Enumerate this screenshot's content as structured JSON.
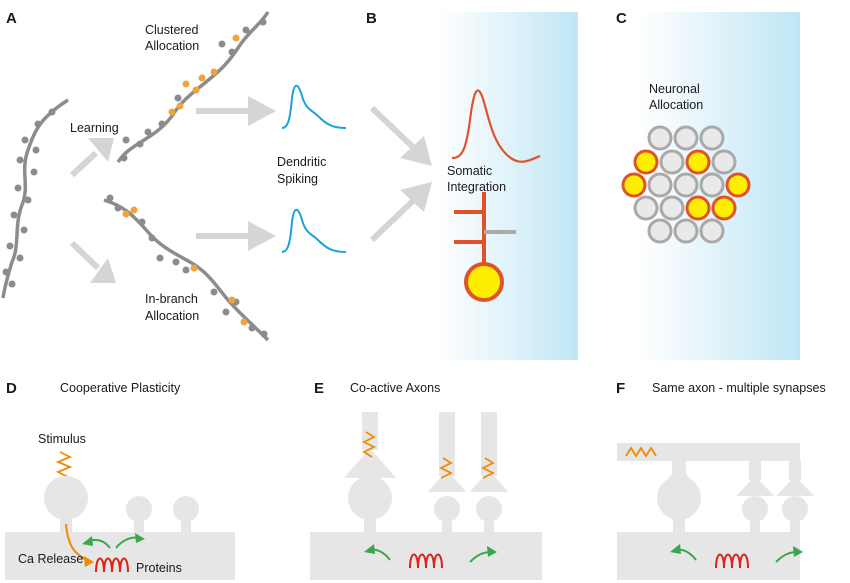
{
  "panels": {
    "A": "A",
    "B": "B",
    "C": "C",
    "D": "D",
    "E": "E",
    "F": "F"
  },
  "labels": {
    "learning": "Learning",
    "clustered_line1": "Clustered",
    "clustered_line2": "Allocation",
    "inbranch_line1": "In-branch",
    "inbranch_line2": "Allocation",
    "dendritic_line1": "Dendritic",
    "dendritic_line2": "Spiking",
    "somatic_line1": "Somatic",
    "somatic_line2": "Integration",
    "neuronal_line1": "Neuronal",
    "neuronal_line2": "Allocation",
    "cooperative": "Cooperative Plasticity",
    "coactive": "Co-active Axons",
    "sameaxon": "Same axon - multiple synapses",
    "stimulus": "Stimulus",
    "ca_release": "Ca Release",
    "proteins": "Proteins"
  },
  "colors": {
    "dendrite": "#8c8c8c",
    "spine_gray": "#8c8c8c",
    "spine_orange": "#f2a33a",
    "spike_blue": "#1aa3d9",
    "soma_red": "#e0532a",
    "soma_yellow": "#ffee00",
    "arrow_gray": "#d5d5d5",
    "green": "#3aa84a",
    "stim_orange": "#f08a00",
    "protein_red": "#d8261c",
    "neuron_gray": "#e9e9e9",
    "neuron_stroke": "#a9a9a9"
  }
}
